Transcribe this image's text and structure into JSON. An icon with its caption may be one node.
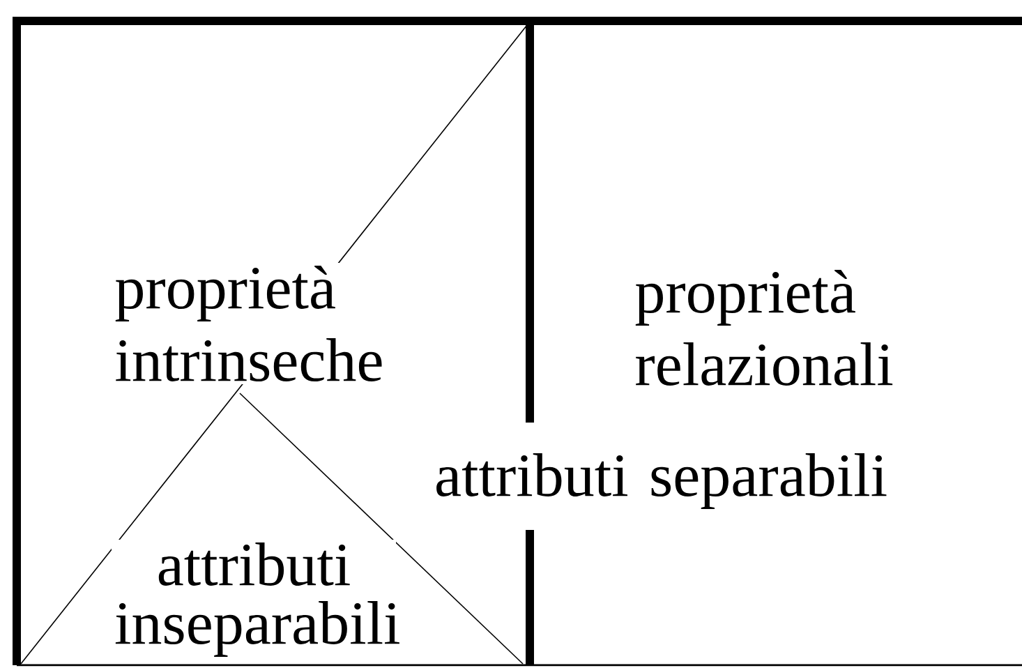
{
  "diagram": {
    "labels": [
      "proprietà intrinseche",
      "proprietà relazionali",
      "attributi separabili",
      "attributi inseparabili"
    ]
  }
}
